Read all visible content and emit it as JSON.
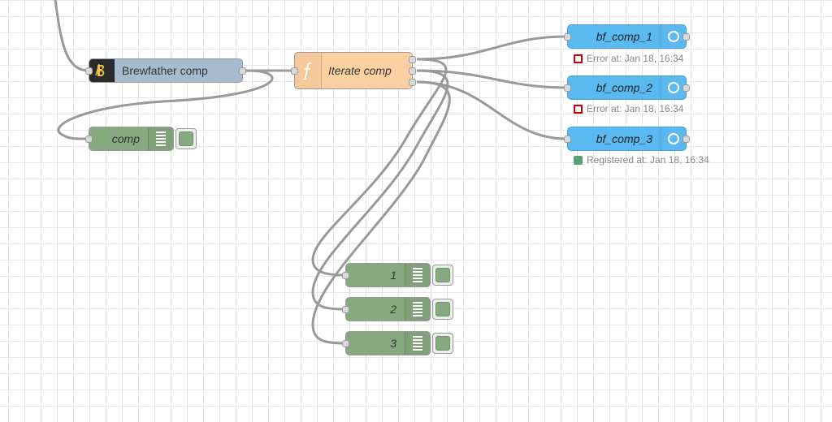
{
  "flow": {
    "nodes": {
      "brewfather": {
        "label": "Brewfather comp",
        "icon": "brewfather-icon"
      },
      "iterate": {
        "label": "Iterate comp",
        "icon": "function-icon"
      },
      "debug_comp": {
        "label": "comp",
        "icon": "debug-list-icon"
      },
      "debug_1": {
        "label": "1",
        "icon": "debug-list-icon"
      },
      "debug_2": {
        "label": "2",
        "icon": "debug-list-icon"
      },
      "debug_3": {
        "label": "3",
        "icon": "debug-list-icon"
      },
      "bf_comp_1": {
        "label": "bf_comp_1",
        "icon": "circle-icon",
        "status": "Error at: Jan 18, 16:34",
        "status_type": "error"
      },
      "bf_comp_2": {
        "label": "bf_comp_2",
        "icon": "circle-icon",
        "status": "Error at: Jan 18, 16:34",
        "status_type": "error"
      },
      "bf_comp_3": {
        "label": "bf_comp_3",
        "icon": "circle-icon",
        "status": "Registered at: Jan 18, 16:34",
        "status_type": "ok"
      }
    },
    "colors": {
      "brewfather_node": "#a6bbcf",
      "function_node": "#fdd0a2",
      "debug_node": "#87a980",
      "bf_comp_node": "#5ab9f0",
      "wire": "#999999",
      "error": "#cc0000",
      "ok": "#5a9f7a"
    }
  }
}
